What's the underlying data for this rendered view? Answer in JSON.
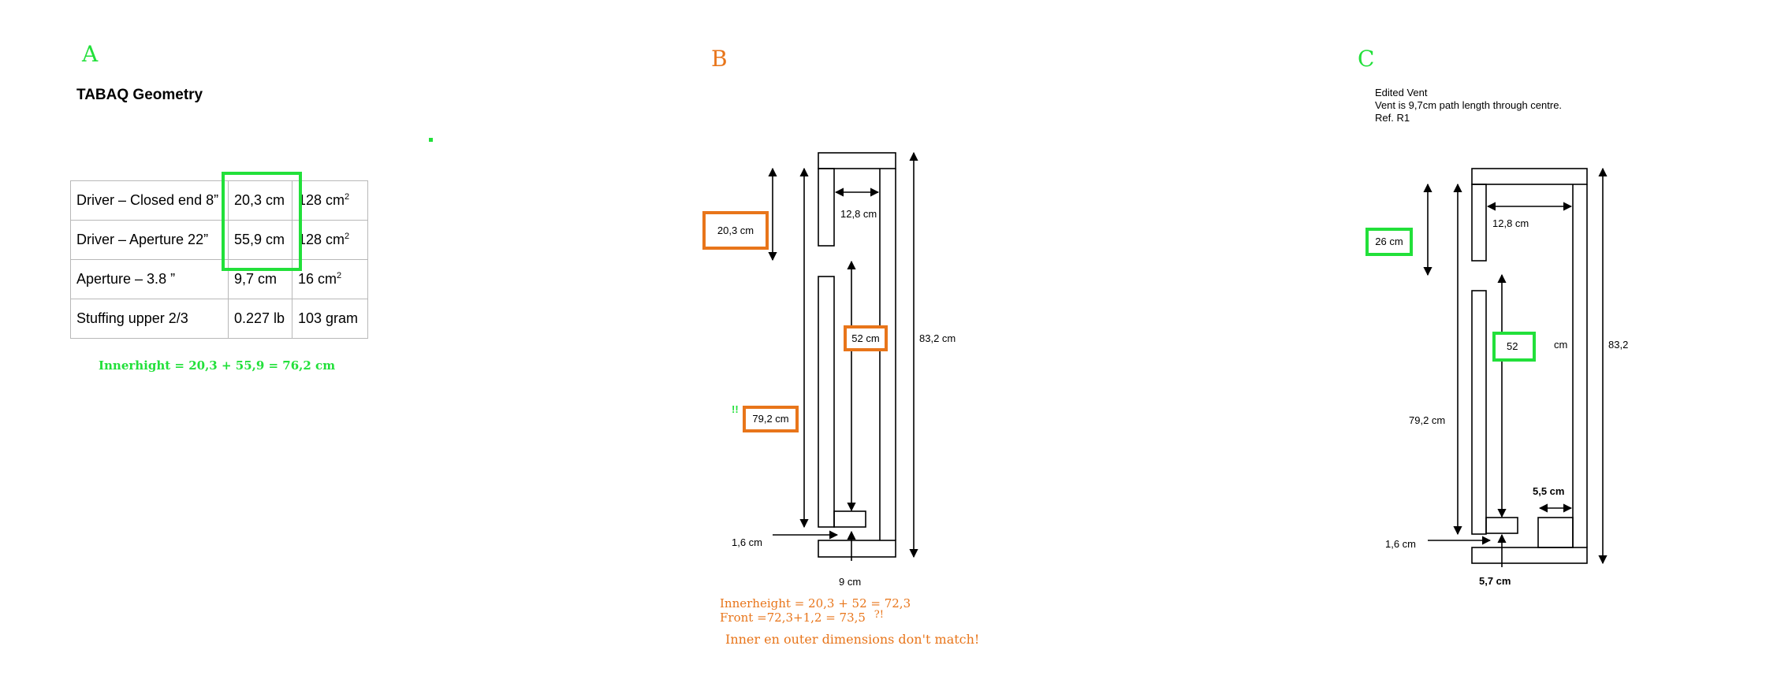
{
  "panels": {
    "a": {
      "letter": "A",
      "title": "TABAQ Geometry",
      "rows": [
        {
          "label": "Driver – Closed end 8”",
          "length": "20,3 cm",
          "area": "128 cm",
          "area_unit_sup": "2"
        },
        {
          "label": "Driver – Aperture 22”",
          "length": "55,9 cm",
          "area": "128 cm",
          "area_unit_sup": "2"
        },
        {
          "label": "Aperture – 3.8 ”",
          "length": "9,7 cm",
          "area": "16 cm",
          "area_unit_sup": "2"
        },
        {
          "label": "Stuffing upper 2/3",
          "length": "0.227 lb",
          "area": "103 gram",
          "area_unit_sup": ""
        }
      ],
      "note": "Innerhight = 20,3 + 55,9 = 76,2 cm"
    },
    "b": {
      "letter": "B",
      "dims": {
        "top_left": "20,3 cm",
        "top_inner": "12,8 cm",
        "mid": "52 cm",
        "outer_height": "83,2 cm",
        "left_long": "79,2 cm",
        "bottom_gap": "1,6 cm",
        "width": "9 cm",
        "exclaim": "!!"
      },
      "notes": {
        "line1": "Innerheight = 20,3 + 52 = 72,3",
        "line2": "Front =72,3+1,2 = 73,5",
        "question": "?!",
        "line3": "Inner en outer dimensions don't match!"
      }
    },
    "c": {
      "letter": "C",
      "header": [
        "Edited Vent",
        "Vent is 9,7cm path length through centre.",
        "Ref. R1"
      ],
      "dims": {
        "top_left": "26 cm",
        "top_inner": "12,8 cm",
        "mid": "52",
        "mid_unit": "cm",
        "outer_height": "83,2",
        "left_long": "79,2 cm",
        "bottom_gap": "1,6 cm",
        "vent": "5,5 cm",
        "width": "5,7 cm"
      }
    }
  },
  "colors": {
    "green": "#22e03a",
    "orange": "#e8751a",
    "line": "#000000",
    "table_border": "#b8b8b8"
  }
}
